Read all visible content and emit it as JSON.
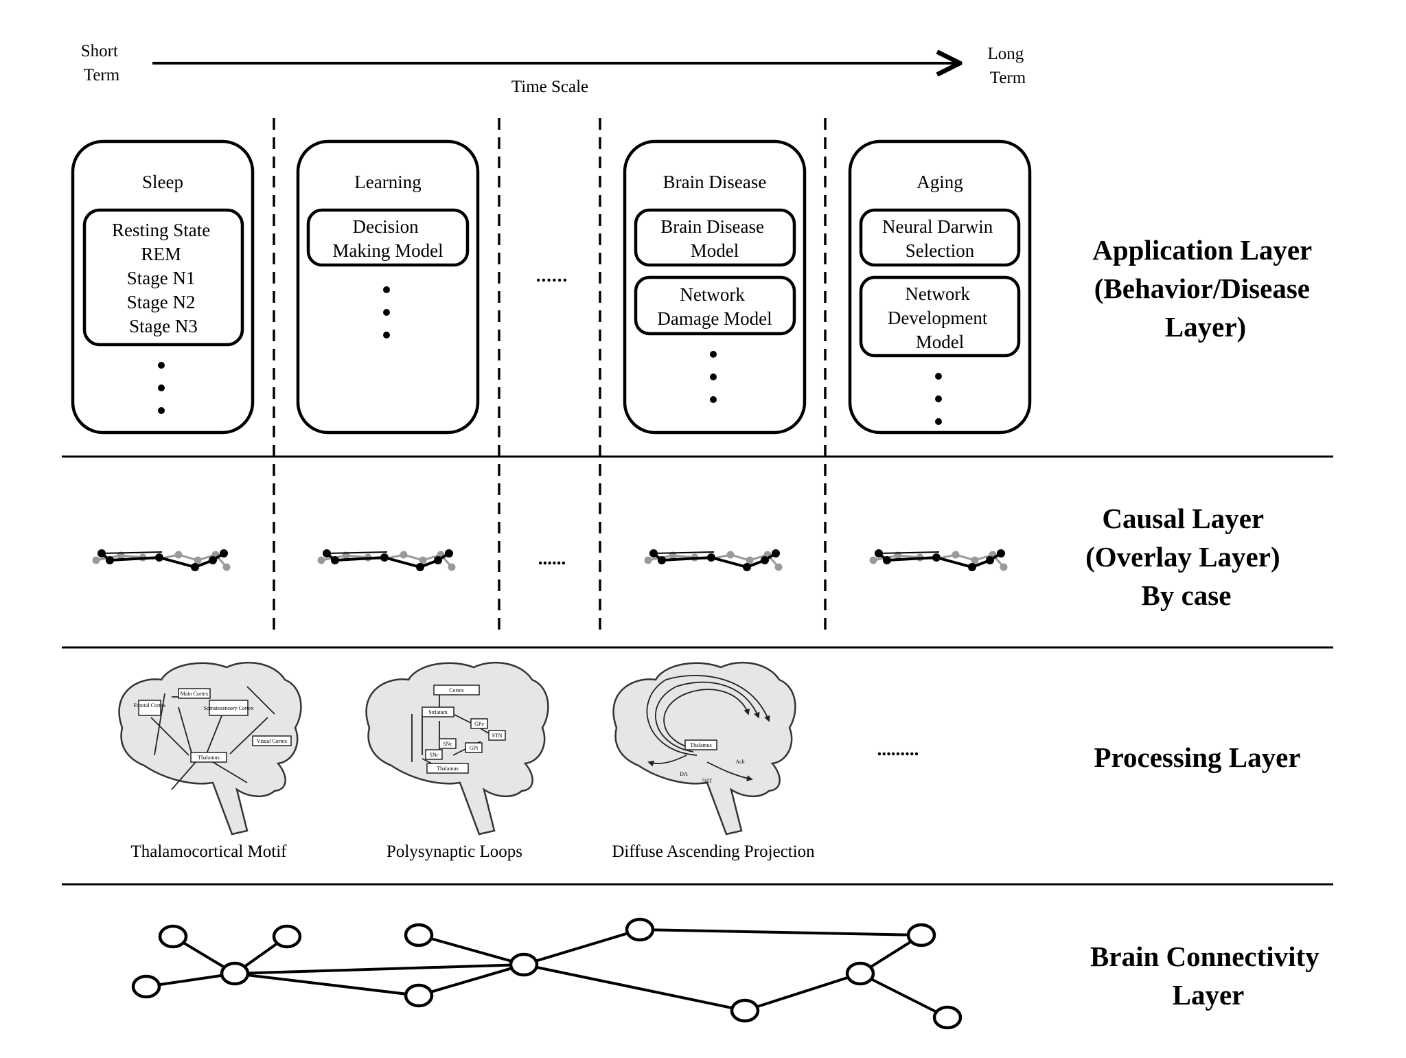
{
  "time_scale": {
    "start_label": [
      "Short",
      "Term"
    ],
    "end_label": [
      "Long",
      "Term"
    ],
    "axis_label": "Time Scale"
  },
  "application_columns": [
    {
      "title": "Sleep",
      "models": [
        [
          "Resting State",
          "REM",
          "Stage N1",
          "Stage N2",
          "Stage N3"
        ]
      ]
    },
    {
      "title": "Learning",
      "models": [
        [
          "Decision",
          "Making Model"
        ]
      ]
    },
    {
      "title": "Brain Disease",
      "models": [
        [
          "Brain Disease",
          "Model"
        ],
        [
          "Network",
          "Damage Model"
        ]
      ]
    },
    {
      "title": "Aging",
      "models": [
        [
          "Neural Darwin",
          "Selection"
        ],
        [
          "Network",
          "Development",
          "Model"
        ]
      ]
    }
  ],
  "ellipsis_marks": {
    "application": "......",
    "causal": "......",
    "processing": "........."
  },
  "layers": {
    "application": [
      "Application Layer",
      "(Behavior/Disease",
      "Layer)"
    ],
    "causal": [
      "Causal Layer",
      "(Overlay Layer)",
      "By case"
    ],
    "processing": [
      "Processing Layer"
    ],
    "connectivity": [
      "Brain Connectivity",
      "Layer"
    ]
  },
  "processing_motifs": [
    {
      "caption": "Thalamocortical Motif",
      "labels": [
        "Frontal Cortex",
        "Main Cortex",
        "Somatosensory Cortex",
        "Thalamus",
        "Visual Cortex"
      ]
    },
    {
      "caption": "Polysynaptic Loops",
      "labels": [
        "Cortex",
        "Striatum",
        "GPe",
        "STN",
        "GPi",
        "SNc",
        "SNr",
        "Thalamus"
      ]
    },
    {
      "caption": "Diffuse Ascending Projection",
      "labels": [
        "Thalamus",
        "Ach",
        "DA",
        "5HT"
      ]
    }
  ]
}
